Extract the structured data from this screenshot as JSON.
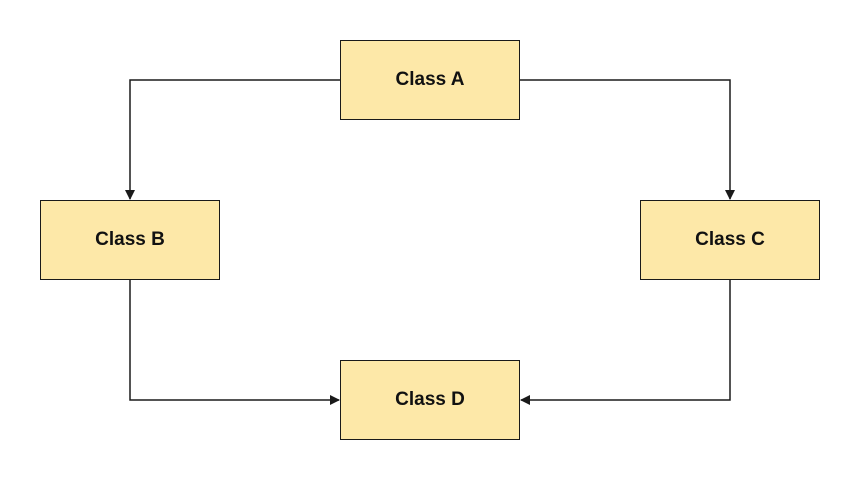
{
  "diagram": {
    "nodes": [
      {
        "id": "a",
        "label": "Class A"
      },
      {
        "id": "b",
        "label": "Class B"
      },
      {
        "id": "c",
        "label": "Class C"
      },
      {
        "id": "d",
        "label": "Class D"
      }
    ],
    "edges": [
      {
        "from": "a",
        "to": "b"
      },
      {
        "from": "a",
        "to": "c"
      },
      {
        "from": "b",
        "to": "d"
      },
      {
        "from": "c",
        "to": "d"
      }
    ],
    "colors": {
      "node_fill": "#fde8a8",
      "node_border": "#1a1a1a",
      "edge": "#1a1a1a",
      "background": "#ffffff"
    }
  }
}
